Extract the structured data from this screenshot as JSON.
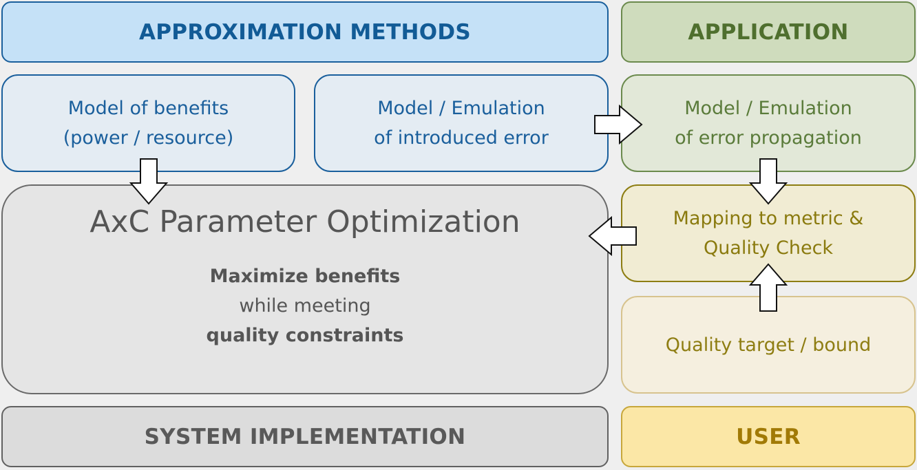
{
  "headers": {
    "approx": "APPROXIMATION METHODS",
    "application": "APPLICATION",
    "system": "SYSTEM IMPLEMENTATION",
    "user": "USER"
  },
  "approx_boxes": {
    "benefits_line1": "Model of benefits",
    "benefits_line2": "(power / resource)",
    "error_line1": "Model / Emulation",
    "error_line2": "of introduced error"
  },
  "application_boxes": {
    "propagation_line1": "Model / Emulation",
    "propagation_line2": "of error propagation",
    "mapping_line1": "Mapping to metric &",
    "mapping_line2": "Quality Check",
    "target": "Quality target / bound"
  },
  "optimization": {
    "title": "AxC Parameter Optimization",
    "line1": "Maximize benefits",
    "line2": "while meeting",
    "line3": "quality constraints"
  },
  "colors": {
    "approx": "#1a5f9c",
    "application": "#6b8a4d",
    "user": "#c7a73b",
    "system": "#616161"
  }
}
